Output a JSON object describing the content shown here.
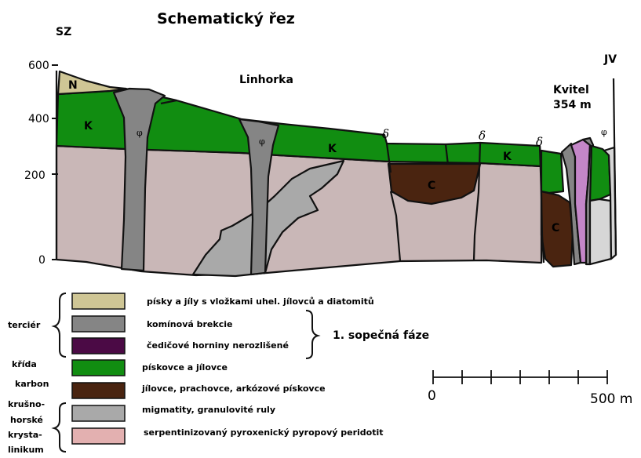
{
  "title": "Schematický řez",
  "orientation": {
    "left": "SZ",
    "right": "JV"
  },
  "elevation_axis": {
    "ticks": [
      "600",
      "400",
      "200",
      "0"
    ]
  },
  "places": {
    "linhorka": "Linhorka",
    "kvitel_name": "Kvitel",
    "kvitel_height": "354 m"
  },
  "unit_labels": {
    "n": "N",
    "k1": "K",
    "k2": "K",
    "k3": "K",
    "c1": "C",
    "c2": "C"
  },
  "symbols": {
    "delta": "δ",
    "phi": "φ"
  },
  "colors": {
    "sand_clay": "#cfc695",
    "breccia": "#858585",
    "basalt": "#4b0a45",
    "sandstone": "#118d11",
    "coal_measures": "#4a2410",
    "migmatite": "#a9a9a9",
    "peridotite": "#c9b7b7",
    "peridotite_legend": "#e3b0b0",
    "basalt_dyke": "#c486c8",
    "pale_grey": "#d6d6d6"
  },
  "legend": {
    "groups": {
      "tertiary": "terciér",
      "cretaceous": "křída",
      "carboniferous": "karbon",
      "crystalline": [
        "krušno-",
        "horské",
        "krysta-",
        "linikum"
      ]
    },
    "items": [
      {
        "label": "písky a jíly s vložkami uhel. jílovců a diatomitů"
      },
      {
        "label": "komínová brekcie"
      },
      {
        "label": "čedičové horniny nerozlišené"
      },
      {
        "label": "pískovce a jílovce"
      },
      {
        "label": "jílovce, prachovce, arkózové pískovce"
      },
      {
        "label": "migmatity, granulovité ruly"
      },
      {
        "label": "serpentinizovaný pyroxenický pyropový peridotit"
      }
    ],
    "phase_label": "1. sopečná fáze"
  },
  "scale_bar": {
    "start": "0",
    "end": "500 m"
  }
}
